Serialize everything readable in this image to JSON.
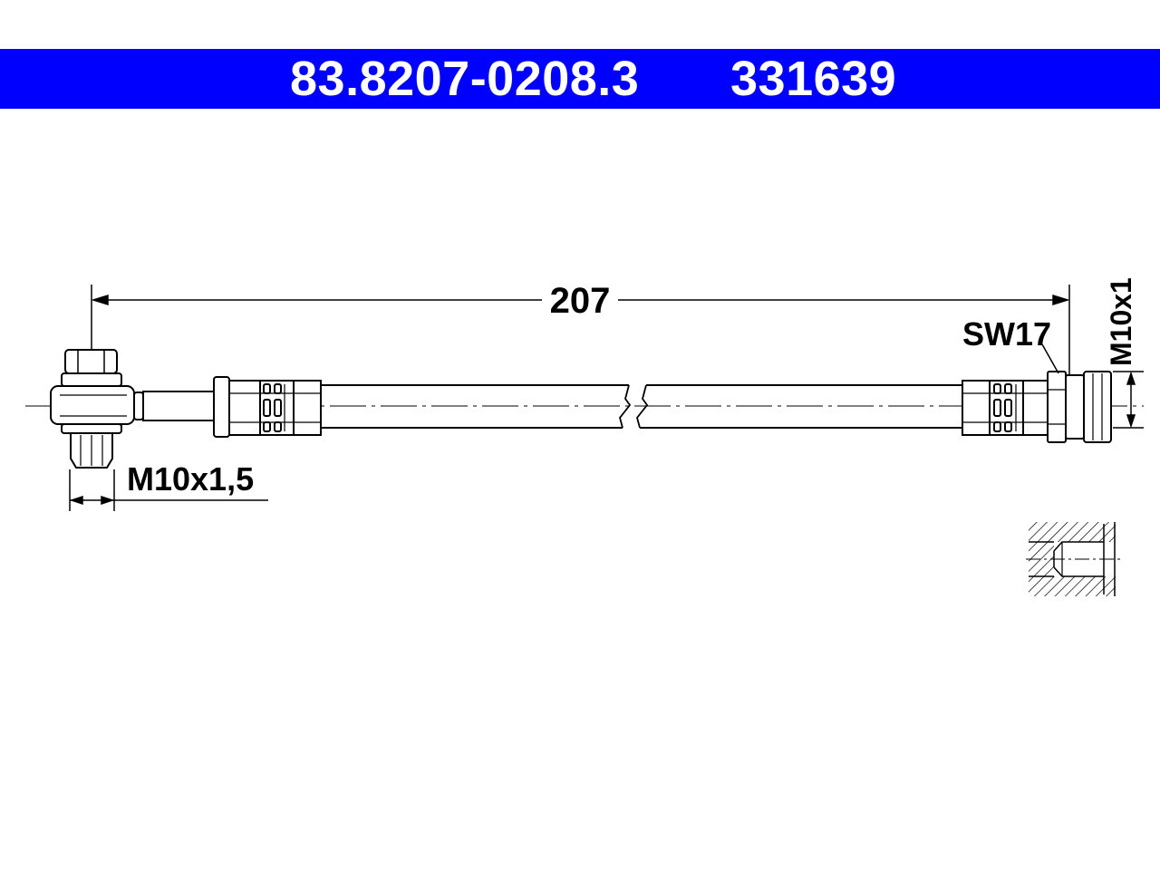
{
  "header": {
    "part_number": "83.8207-0208.3",
    "reference_number": "331639",
    "background_color": "#0000ff",
    "text_color": "#ffffff"
  },
  "drawing": {
    "length_label": "207",
    "left_thread_label": "M10x1,5",
    "right_thread_label": "M10x1",
    "wrench_size_label": "SW17"
  }
}
